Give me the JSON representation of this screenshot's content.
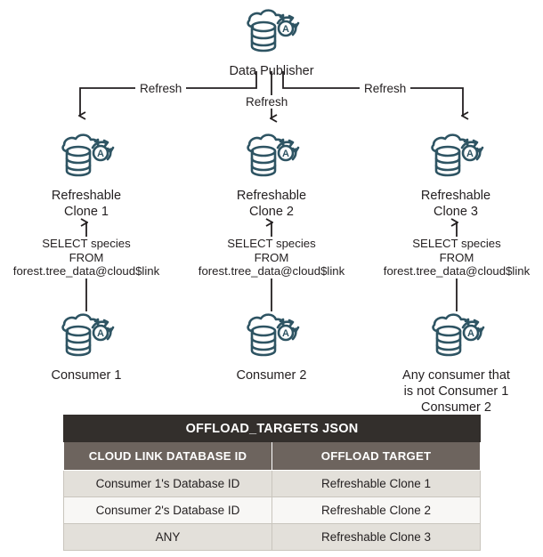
{
  "diagram": {
    "nodes": {
      "publisher": {
        "label": "Data Publisher",
        "icon": "cloud-database-autorefresh-icon"
      },
      "clone1": {
        "label": "Refreshable\nClone 1",
        "icon": "cloud-database-autorefresh-icon"
      },
      "clone2": {
        "label": "Refreshable\nClone 2",
        "icon": "cloud-database-autorefresh-icon"
      },
      "clone3": {
        "label": "Refreshable\nClone 3",
        "icon": "cloud-database-autorefresh-icon"
      },
      "consumer1": {
        "label": "Consumer 1",
        "icon": "cloud-database-autorefresh-icon"
      },
      "consumer2": {
        "label": "Consumer 2",
        "icon": "cloud-database-autorefresh-icon"
      },
      "consumer3": {
        "label": "Any consumer that\nis not Consumer 1\nConsumer 2",
        "icon": "cloud-database-autorefresh-icon"
      }
    },
    "edges": {
      "refresh_left": "Refresh",
      "refresh_mid": "Refresh",
      "refresh_right": "Refresh",
      "query_1": "SELECT species\nFROM\nforest.tree_data@cloud$link",
      "query_2": "SELECT species\nFROM\nforest.tree_data@cloud$link",
      "query_3": "SELECT species\nFROM\nforest.tree_data@cloud$link"
    },
    "colors": {
      "icon_stroke": "#2e5463",
      "connector": "#231f20",
      "text": "#231f20"
    }
  },
  "table": {
    "title": "OFFLOAD_TARGETS JSON",
    "columns": [
      "CLOUD LINK DATABASE ID",
      "OFFLOAD TARGET"
    ],
    "rows": [
      [
        "Consumer 1's Database ID",
        "Refreshable Clone 1"
      ],
      [
        "Consumer 2's Database ID",
        "Refreshable Clone 2"
      ],
      [
        "ANY",
        "Refreshable Clone 3"
      ]
    ],
    "colors": {
      "title_bg": "#332f2c",
      "header_bg": "#6d645e",
      "row_odd_bg": "#e3e0da",
      "row_even_bg": "#f8f7f5",
      "border": "#c9c5bd"
    }
  }
}
